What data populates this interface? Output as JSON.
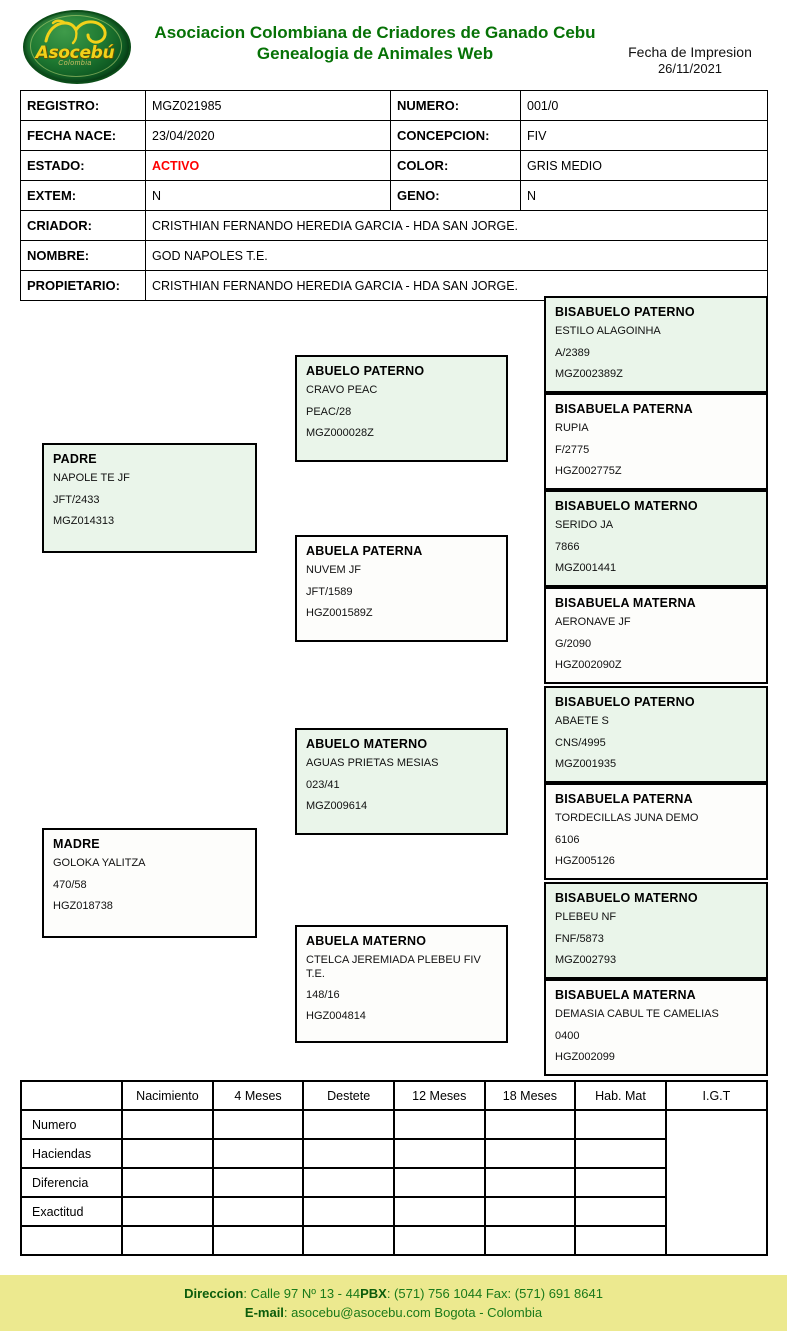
{
  "header": {
    "logo": {
      "word": "Asocebú",
      "sub": "Colombia",
      "icon": "zebu-bull-icon"
    },
    "title_line1": "Asociacion Colombiana de Criadores de Ganado Cebu",
    "title_line2": "Genealogia de Animales Web",
    "print_label": "Fecha de Impresion",
    "print_date": "26/11/2021",
    "title_color": "#067206"
  },
  "info": {
    "registro_label": "REGISTRO:",
    "registro_value": "MGZ021985",
    "numero_label": "NUMERO:",
    "numero_value": "001/0",
    "fecha_nace_label": "FECHA NACE:",
    "fecha_nace_value": "23/04/2020",
    "concepcion_label": "CONCEPCION:",
    "concepcion_value": "FIV",
    "estado_label": "ESTADO:",
    "estado_value": "ACTIVO",
    "estado_color": "#ff0000",
    "color_label": "COLOR:",
    "color_value": "GRIS MEDIO",
    "extem_label": "EXTEM:",
    "extem_value": "N",
    "geno_label": "GENO:",
    "geno_value": "N",
    "criador_label": "CRIADOR:",
    "criador_value": "CRISTHIAN FERNANDO HEREDIA GARCIA - HDA SAN JORGE.",
    "nombre_label": "NOMBRE:",
    "nombre_value": "GOD NAPOLES T.E.",
    "propietario_label": "PROPIETARIO:",
    "propietario_value": "CRISTHIAN FERNANDO HEREDIA GARCIA - HDA SAN JORGE."
  },
  "pedigree": {
    "padre": {
      "title": "PADRE",
      "name": "NAPOLE TE JF",
      "code": "JFT/2433",
      "reg": "MGZ014313"
    },
    "madre": {
      "title": "MADRE",
      "name": "GOLOKA YALITZA",
      "code": "470/58",
      "reg": "HGZ018738"
    },
    "abuelo_paterno": {
      "title": "ABUELO PATERNO",
      "name": "CRAVO PEAC",
      "code": "PEAC/28",
      "reg": "MGZ000028Z"
    },
    "abuela_paterna": {
      "title": "ABUELA PATERNA",
      "name": "NUVEM JF",
      "code": "JFT/1589",
      "reg": "HGZ001589Z"
    },
    "abuelo_materno": {
      "title": "ABUELO MATERNO",
      "name": "AGUAS PRIETAS MESIAS",
      "code": "023/41",
      "reg": "MGZ009614"
    },
    "abuela_materno": {
      "title": "ABUELA MATERNO",
      "name": "CTELCA JEREMIADA PLEBEU FIV T.E.",
      "code": "148/16",
      "reg": "HGZ004814"
    },
    "bis1": {
      "title": "BISABUELO PATERNO",
      "name": "ESTILO ALAGOINHA",
      "code": "A/2389",
      "reg": "MGZ002389Z"
    },
    "bis2": {
      "title": "BISABUELA PATERNA",
      "name": "RUPIA",
      "code": "F/2775",
      "reg": "HGZ002775Z"
    },
    "bis3": {
      "title": "BISABUELO MATERNO",
      "name": "SERIDO JA",
      "code": "7866",
      "reg": "MGZ001441"
    },
    "bis4": {
      "title": "BISABUELA MATERNA",
      "name": "AERONAVE JF",
      "code": "G/2090",
      "reg": "HGZ002090Z"
    },
    "bis5": {
      "title": "BISABUELO PATERNO",
      "name": "ABAETE S",
      "code": "CNS/4995",
      "reg": "MGZ001935"
    },
    "bis6": {
      "title": "BISABUELA PATERNA",
      "name": "TORDECILLAS JUNA DEMO",
      "code": "6106",
      "reg": "HGZ005126"
    },
    "bis7": {
      "title": "BISABUELO MATERNO",
      "name": "PLEBEU NF",
      "code": "FNF/5873",
      "reg": "MGZ002793"
    },
    "bis8": {
      "title": "BISABUELA MATERNA",
      "name": "DEMASIA CABUL TE CAMELIAS",
      "code": "0400",
      "reg": "HGZ002099"
    }
  },
  "stats": {
    "columns": [
      "",
      "Nacimiento",
      "4 Meses",
      "Destete",
      "12 Meses",
      "18 Meses",
      "Hab. Mat",
      "I.G.T"
    ],
    "rows": [
      {
        "label": "Numero",
        "values": [
          "",
          "",
          "",
          "",
          "",
          ""
        ]
      },
      {
        "label": "Haciendas",
        "values": [
          "",
          "",
          "",
          "",
          "",
          ""
        ]
      },
      {
        "label": "Diferencia",
        "values": [
          "",
          "",
          "",
          "",
          "",
          ""
        ]
      },
      {
        "label": "Exactitud",
        "values": [
          "",
          "",
          "",
          "",
          "",
          ""
        ]
      },
      {
        "label": "",
        "values": [
          "",
          "",
          "",
          "",
          "",
          ""
        ]
      }
    ],
    "igt_value": ""
  },
  "footer": {
    "direccion_label": "Direccion",
    "direccion_value": ": Calle 97 Nº  13 - 44",
    "pbx_label": "PBX",
    "pbx_value": ": (571) 756 1044 Fax: (571) 691 8641",
    "email_label": "E-mail",
    "email_value": ": asocebu@asocebu.com Bogota - Colombia"
  }
}
